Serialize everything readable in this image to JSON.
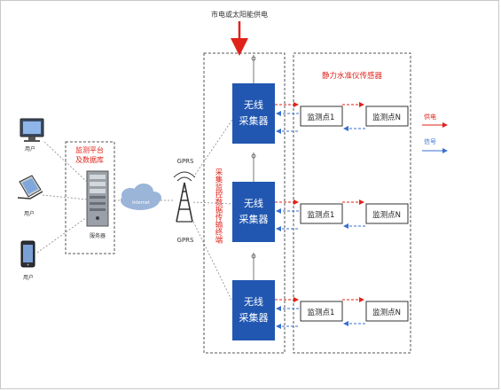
{
  "top_label": "市电或太阳能供电",
  "platform": {
    "title_line1": "监测平台",
    "title_line2": "及数据库",
    "server_label": "服务器"
  },
  "clients": [
    {
      "label": "用户"
    },
    {
      "label": "用户"
    },
    {
      "label": "用户"
    }
  ],
  "network": {
    "cloud_label": "Internet",
    "gprs_upper": "GPRS",
    "gprs_lower": "GPRS"
  },
  "collector_area": {
    "vertical_title": "采集监控数据传输终端"
  },
  "collectors": [
    {
      "line1": "无线",
      "line2": "采集器"
    },
    {
      "line1": "无线",
      "line2": "采集器"
    },
    {
      "line1": "无线",
      "line2": "采集器"
    }
  ],
  "sensor_area": {
    "title": "静力水准仪传感器"
  },
  "sensor_rows": [
    {
      "first": "监测点1",
      "last": "监测点N"
    },
    {
      "first": "监测点1",
      "last": "监测点N"
    },
    {
      "first": "监测点1",
      "last": "监测点N"
    }
  ],
  "legend": {
    "power": "供电",
    "signal": "信号"
  },
  "colors": {
    "red": "#e0221a",
    "blue": "#3a6fd0",
    "collector": "#2157b0",
    "dash": "#555555"
  }
}
